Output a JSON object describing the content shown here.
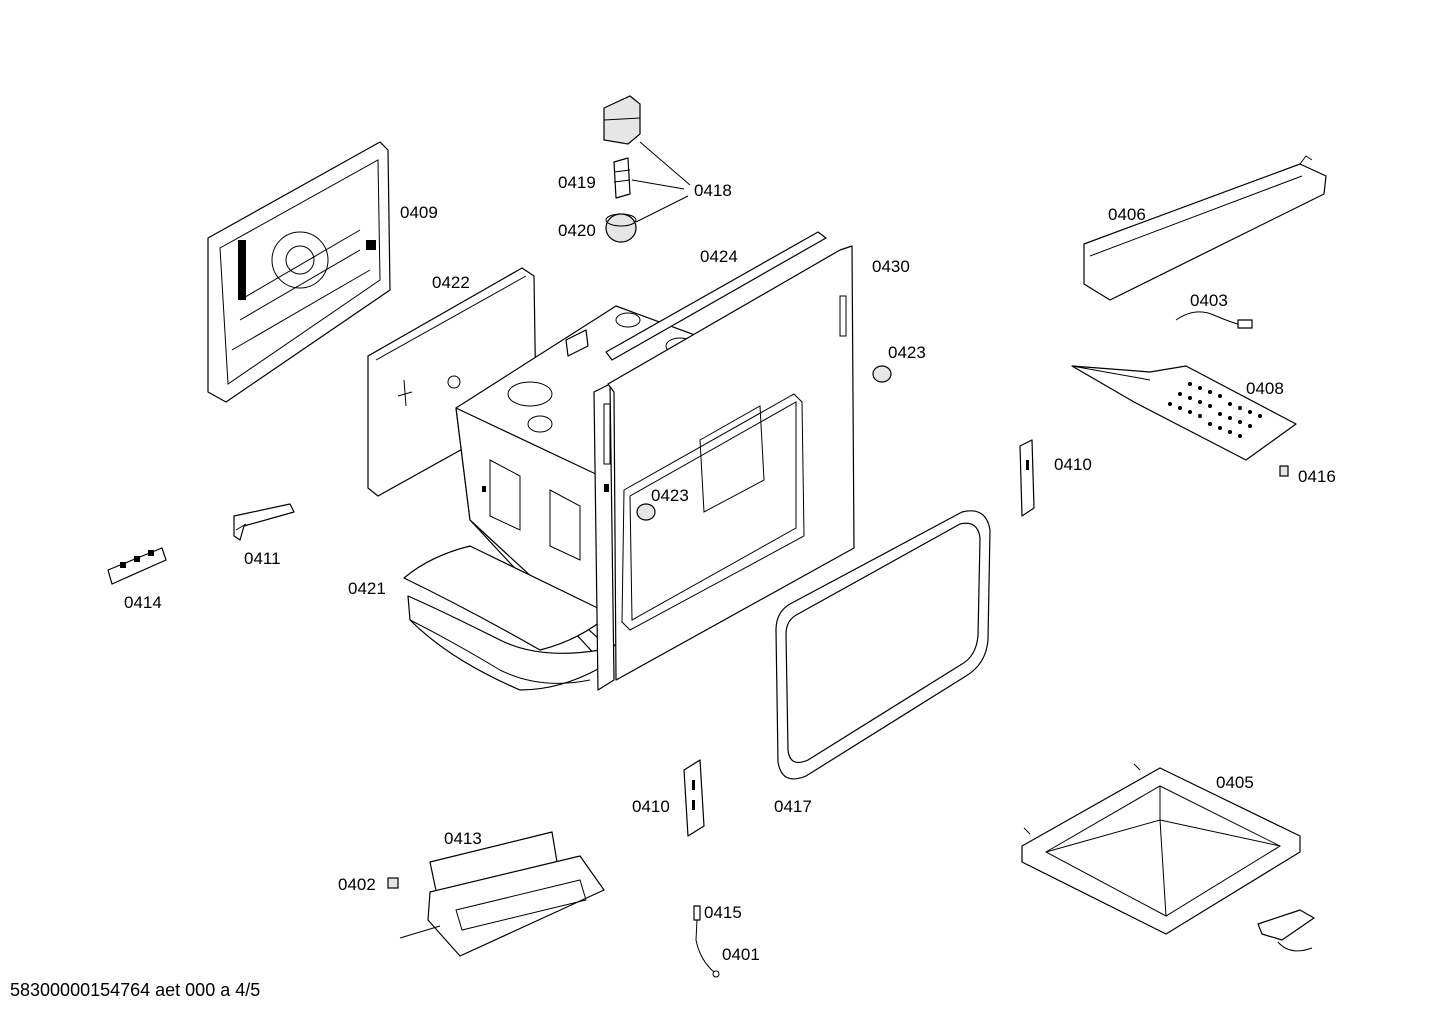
{
  "diagram": {
    "labels": {
      "l0401": "0401",
      "l0402": "0402",
      "l0403": "0403",
      "l0405": "0405",
      "l0406": "0406",
      "l0408": "0408",
      "l0409": "0409",
      "l0410a": "0410",
      "l0410b": "0410",
      "l0411": "0411",
      "l0413": "0413",
      "l0414": "0414",
      "l0415": "0415",
      "l0416": "0416",
      "l0417": "0417",
      "l0418": "0418",
      "l0419": "0419",
      "l0420": "0420",
      "l0421": "0421",
      "l0422": "0422",
      "l0423a": "0423",
      "l0423b": "0423",
      "l0424": "0424",
      "l0430": "0430"
    },
    "footer": "58300000154764 aet 000 a 4/5"
  }
}
